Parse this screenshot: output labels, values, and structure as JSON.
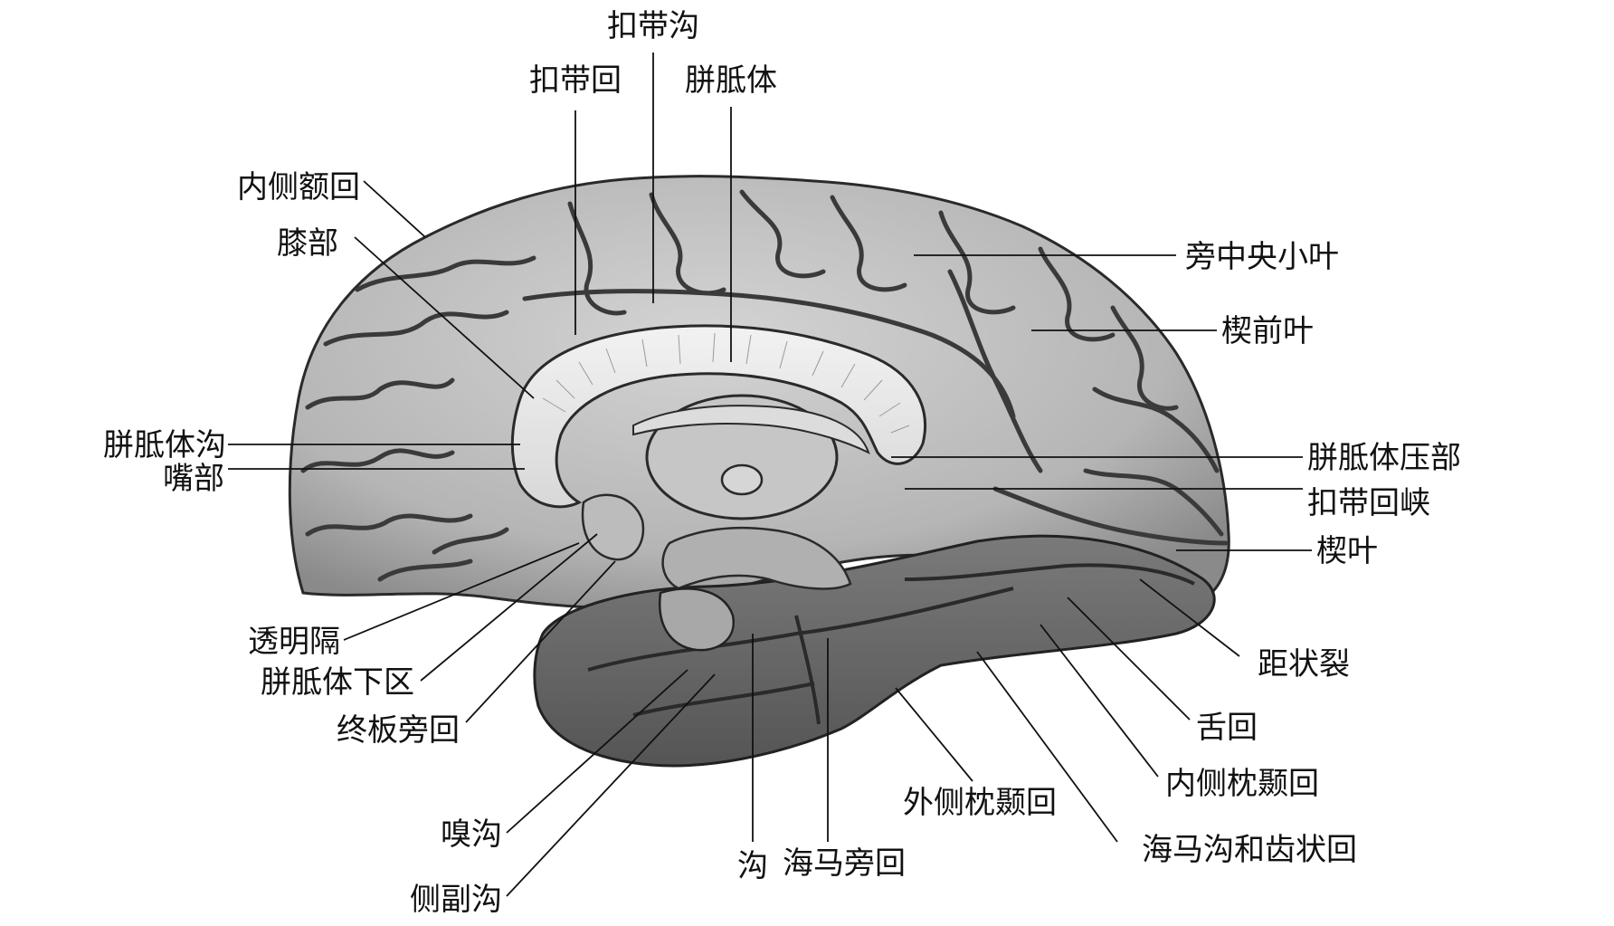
{
  "labels": {
    "cingulate_sulcus": "扣带沟",
    "cingulate_gyrus": "扣带回",
    "corpus_callosum": "胼胝体",
    "medial_frontal_gyrus": "内侧额回",
    "genu": "膝部",
    "paracentral_lobule": "旁中央小叶",
    "precuneus": "楔前叶",
    "callosal_sulcus": "胼胝体沟",
    "rostrum": "嘴部",
    "splenium": "胼胝体压部",
    "cingulate_isthmus": "扣带回峡",
    "cuneus": "楔叶",
    "septum_pellucidum": "透明隔",
    "subcallosal_area": "胼胝体下区",
    "paraterminal_gyrus": "终板旁回",
    "calcarine_fissure": "距状裂",
    "lingual_gyrus": "舌回",
    "medial_occipitotemporal_gyrus": "内侧枕颞回",
    "lateral_occipitotemporal_gyrus": "外侧枕颞回",
    "rhinal_sulcus": "嗅沟",
    "sulcus": "沟",
    "parahippocampal_gyrus": "海马旁回",
    "hippocampal_sulcus_dentate_gyrus": "海马沟和齿状回",
    "collateral_sulcus": "侧副沟"
  },
  "colors": {
    "cortex": "#b5b5b5",
    "cortex_light": "#d4d4d4",
    "sulci": "#3a3a3a",
    "temporal": "#6e6e6e",
    "corpus_callosum": "#e8e8e8",
    "thalamus": "#c6c6c6",
    "text": "#111111"
  }
}
